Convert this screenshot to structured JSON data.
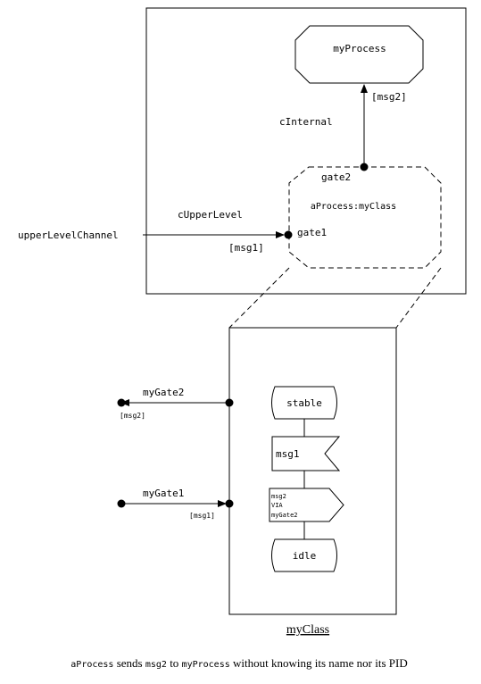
{
  "top": {
    "process_name": "myProcess",
    "signal_top": "[msg2]",
    "channel_internal": "cInternal",
    "gate2_label": "gate2",
    "instance_label": "aProcess:myClass",
    "channel_upper": "cUpperLevel",
    "external_channel": "upperLevelChannel",
    "signal_left": "[msg1]",
    "gate1_label": "gate1"
  },
  "bottom": {
    "gate2_label": "myGate2",
    "gate2_signal": "[msg2]",
    "gate1_label": "myGate1",
    "gate1_signal": "[msg1]",
    "state_start": "stable",
    "input_signal": "msg1",
    "output_lines": [
      "msg2",
      "VIA",
      "myGate2"
    ],
    "state_end": "idle",
    "class_title": "myClass"
  },
  "caption": {
    "p1": "aProcess",
    "t1": " sends ",
    "p2": "msg2",
    "t2": " to ",
    "p3": "myProcess",
    "t3": " without knowing its name nor its PID"
  }
}
